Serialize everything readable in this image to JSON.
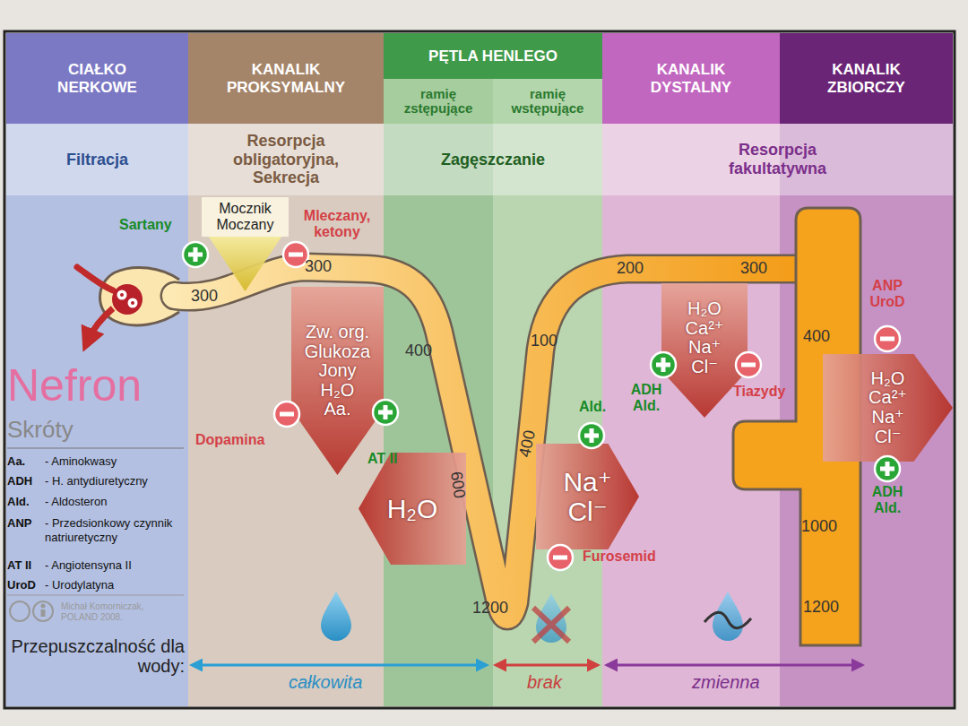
{
  "diagram": {
    "nodes": [
      {
        "text": [
          "CIAŁKO NERKOWE"
        ]
      },
      {
        "text": [
          "KANALIK PROKSYMALNY"
        ]
      },
      {
        "text": [
          "PĘTLA HENLEGO"
        ]
      },
      {
        "text": [
          "ramię zstępujące"
        ]
      },
      {
        "text": [
          "ramię wstępujące"
        ]
      },
      {
        "text": [
          "KANALIK DYSTALNY"
        ]
      },
      {
        "text": [
          "KANALIK ZBIORCZY"
        ]
      },
      {
        "text": [
          "Filtracja"
        ]
      },
      {
        "text": [
          "Resorpcja obligatoryjna, Sekrecja"
        ]
      },
      {
        "text": [
          "Zagęszczanie"
        ]
      },
      {
        "text": [
          "Resorpcja fakultatywna"
        ]
      },
      {
        "text": [
          "Mocznik",
          "Moczany"
        ]
      },
      {
        "text": [
          "Zw. org.",
          "Glukoza",
          "Jony",
          "H₂O",
          "Aa."
        ]
      },
      {
        "text": [
          "H₂O"
        ]
      },
      {
        "text": [
          "Na⁺",
          "Cl⁻"
        ]
      },
      {
        "text": [
          "H₂O",
          "Ca²⁺",
          "Na⁺",
          "Cl⁻"
        ]
      },
      {
        "text": [
          "H₂O",
          "Ca²⁺",
          "Na⁺",
          "Cl⁻"
        ]
      }
    ],
    "labels": [
      "Sartany",
      "Mleczany, ketony",
      "300",
      "300",
      "400",
      "Dopamina",
      "AT II",
      "600",
      "1200",
      "400",
      "Ald.",
      "Furosemid",
      "100",
      "200",
      "300",
      "ADH Ald.",
      "Tiazydy",
      "ANP UroD",
      "400",
      "ADH Ald.",
      "1000",
      "1200",
      "Nefron",
      "Skróty",
      "Aa.",
      "- Aminokwasy",
      "ADH",
      "- H. antydiuretyczny",
      "Ald.",
      "- Aldosteron",
      "ANP",
      "- Przedsionkowy czynnik natriuretyczny",
      "AT II",
      "- Angiotensyna II",
      "UroD",
      "- Urodylatyna",
      "Michał Komorniczak, POLAND 2008.",
      "Przepuszczalność dla wody:",
      "całkowita",
      "brak",
      "zmienna"
    ]
  }
}
